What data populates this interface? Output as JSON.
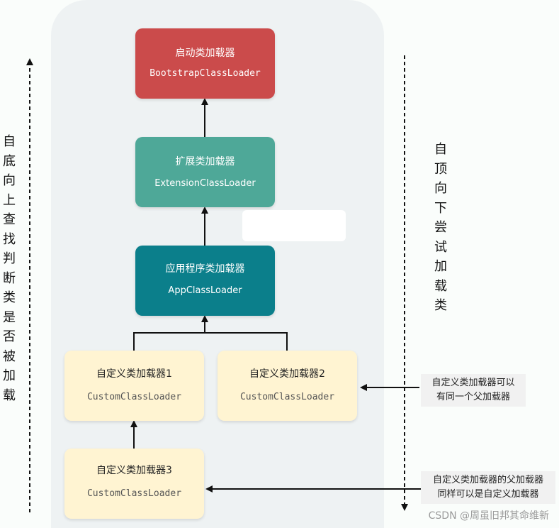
{
  "loaders": {
    "bootstrap": {
      "title": "启动类加载器",
      "class_name": "BootstrapClassLoader"
    },
    "extension": {
      "title": "扩展类加载器",
      "class_name": "ExtensionClassLoader"
    },
    "app": {
      "title": "应用程序类加载器",
      "class_name": "AppClassLoader"
    },
    "custom1": {
      "title": "自定义类加载器1",
      "class_name": "CustomClassLoader"
    },
    "custom2": {
      "title": "自定义类加载器2",
      "class_name": "CustomClassLoader"
    },
    "custom3": {
      "title": "自定义类加载器3",
      "class_name": "CustomClassLoader"
    }
  },
  "side_labels": {
    "left": [
      "自",
      "底",
      "向",
      "上",
      "查",
      "找",
      "判",
      "断",
      "类",
      "是",
      "否",
      "被",
      "加",
      "载"
    ],
    "right": [
      "自",
      "顶",
      "向",
      "下",
      "尝",
      "试",
      "加",
      "载",
      "类"
    ]
  },
  "notes": {
    "note1": [
      "自定义类加载器可以",
      "有同一个父加载器"
    ],
    "note2": [
      "自定义类加载器的父加载器",
      "同样可以是自定义加载器"
    ]
  },
  "watermark": "CSDN @周虽旧邦其命维新",
  "colors": {
    "bootstrap": "#cb4b4b",
    "extension": "#4ea898",
    "app": "#0b7f8b",
    "custom": "#fff4d2",
    "panel": "#eef2f3"
  }
}
